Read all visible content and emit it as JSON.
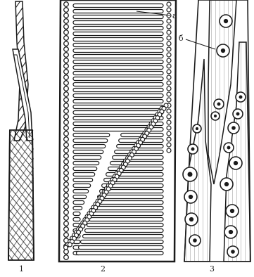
{
  "figure": {
    "panels": [
      {
        "number": "1"
      },
      {
        "number": "2"
      },
      {
        "number": "3"
      }
    ],
    "annotations": {
      "a": "a",
      "b": "б"
    }
  },
  "colors": {
    "ink": "#1a1a1a",
    "paper": "#ffffff",
    "shade": "#6b6b6b"
  }
}
